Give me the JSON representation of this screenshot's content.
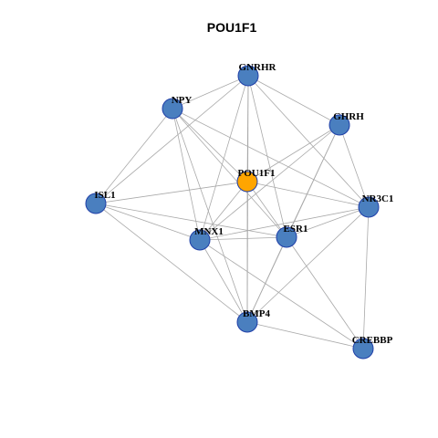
{
  "title": "POU1F1",
  "colors": {
    "node_default": "#4a7fbf",
    "node_highlight": "#ffa500",
    "node_border": "#1f3fa8",
    "edge": "#a9a9a9"
  },
  "nodes": [
    {
      "id": "POU1F1",
      "label": "POU1F1",
      "highlight": true
    },
    {
      "id": "GNRHR",
      "label": "GNRHR",
      "highlight": false
    },
    {
      "id": "NPY",
      "label": "NPY",
      "highlight": false
    },
    {
      "id": "GHRH",
      "label": "GHRH",
      "highlight": false
    },
    {
      "id": "ISL1",
      "label": "ISL1",
      "highlight": false
    },
    {
      "id": "NR3C1",
      "label": "NR3C1",
      "highlight": false
    },
    {
      "id": "MNX1",
      "label": "MNX1",
      "highlight": false
    },
    {
      "id": "ESR1",
      "label": "ESR1",
      "highlight": false
    },
    {
      "id": "BMP4",
      "label": "BMP4",
      "highlight": false
    },
    {
      "id": "CREBBP",
      "label": "CREBBP",
      "highlight": false
    }
  ],
  "edges": [
    [
      "GNRHR",
      "NPY"
    ],
    [
      "GNRHR",
      "GHRH"
    ],
    [
      "GNRHR",
      "POU1F1"
    ],
    [
      "GNRHR",
      "ISL1"
    ],
    [
      "GNRHR",
      "MNX1"
    ],
    [
      "GNRHR",
      "ESR1"
    ],
    [
      "GNRHR",
      "NR3C1"
    ],
    [
      "GNRHR",
      "BMP4"
    ],
    [
      "NPY",
      "ISL1"
    ],
    [
      "NPY",
      "POU1F1"
    ],
    [
      "NPY",
      "MNX1"
    ],
    [
      "NPY",
      "ESR1"
    ],
    [
      "NPY",
      "NR3C1"
    ],
    [
      "NPY",
      "BMP4"
    ],
    [
      "GHRH",
      "POU1F1"
    ],
    [
      "GHRH",
      "NR3C1"
    ],
    [
      "GHRH",
      "MNX1"
    ],
    [
      "GHRH",
      "ESR1"
    ],
    [
      "GHRH",
      "BMP4"
    ],
    [
      "POU1F1",
      "ISL1"
    ],
    [
      "POU1F1",
      "NR3C1"
    ],
    [
      "POU1F1",
      "ESR1"
    ],
    [
      "POU1F1",
      "MNX1"
    ],
    [
      "POU1F1",
      "BMP4"
    ],
    [
      "ISL1",
      "MNX1"
    ],
    [
      "ISL1",
      "ESR1"
    ],
    [
      "ISL1",
      "BMP4"
    ],
    [
      "NR3C1",
      "ESR1"
    ],
    [
      "NR3C1",
      "MNX1"
    ],
    [
      "NR3C1",
      "BMP4"
    ],
    [
      "NR3C1",
      "CREBBP"
    ],
    [
      "MNX1",
      "ESR1"
    ],
    [
      "MNX1",
      "BMP4"
    ],
    [
      "MNX1",
      "CREBBP"
    ],
    [
      "ESR1",
      "BMP4"
    ],
    [
      "ESR1",
      "CREBBP"
    ],
    [
      "BMP4",
      "CREBBP"
    ]
  ]
}
